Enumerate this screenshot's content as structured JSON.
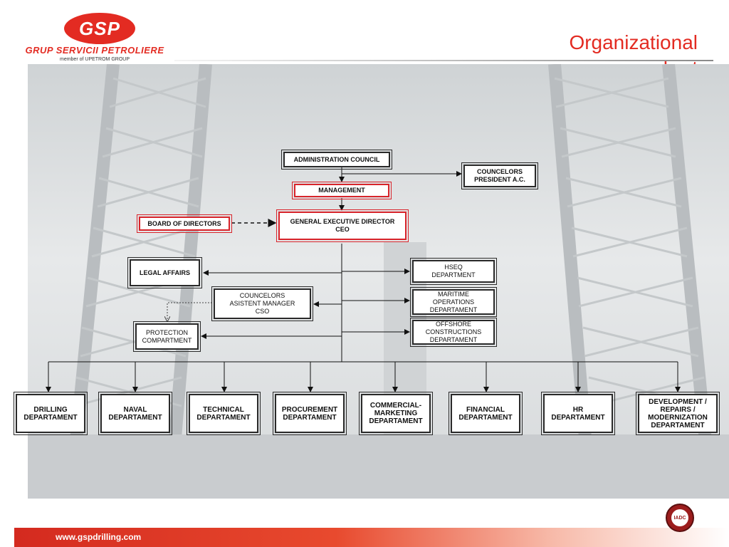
{
  "header": {
    "logo_mark": "GSP",
    "company_name": "GRUP SERVICII PETROLIERE",
    "company_sub": "member of UPETROM GROUP",
    "title_line1": "Organizational",
    "title_line2": "chart"
  },
  "org": {
    "administration_council": "ADMINISTRATION COUNCIL",
    "councelors_president": [
      "COUNCELORS",
      "PRESIDENT A.C."
    ],
    "management": "MANAGEMENT",
    "board_of_directors": "BOARD OF DIRECTORS",
    "general_director": [
      "GENERAL EXECUTIVE DIRECTOR",
      "CEO"
    ],
    "legal_affairs": "LEGAL AFFAIRS",
    "councelors_cso": [
      "COUNCELORS",
      "ASISTENT MANAGER",
      "CSO"
    ],
    "protection": [
      "PROTECTION",
      "COMPARTMENT"
    ],
    "hseq": [
      "HSEQ",
      "DEPARTMENT"
    ],
    "maritime": [
      "MARITIME",
      "OPERATIONS",
      "DEPARTAMENT"
    ],
    "offshore": [
      "OFFSHORE",
      "CONSTRUCTIONS",
      "DEPARTAMENT"
    ],
    "departments": [
      [
        "DRILLING",
        "DEPARTAMENT"
      ],
      [
        "NAVAL",
        "DEPARTAMENT"
      ],
      [
        "TECHNICAL",
        "DEPARTAMENT"
      ],
      [
        "PROCUREMENT",
        "DEPARTAMENT"
      ],
      [
        "COMMERCIAL-",
        "MARKETING",
        "DEPARTAMENT"
      ],
      [
        "FINANCIAL",
        "DEPARTAMENT"
      ],
      [
        "HR",
        "DEPARTAMENT"
      ],
      [
        "DEVELOPMENT /",
        "REPAIRS /",
        "MODERNIZATION",
        "DEPARTAMENT"
      ]
    ]
  },
  "footer": {
    "url": "www.gspdrilling.com",
    "badge": "IADC"
  },
  "colors": {
    "brand_red": "#e32b22",
    "box_red": "#d8242b",
    "box_black": "#2a2a2a"
  }
}
